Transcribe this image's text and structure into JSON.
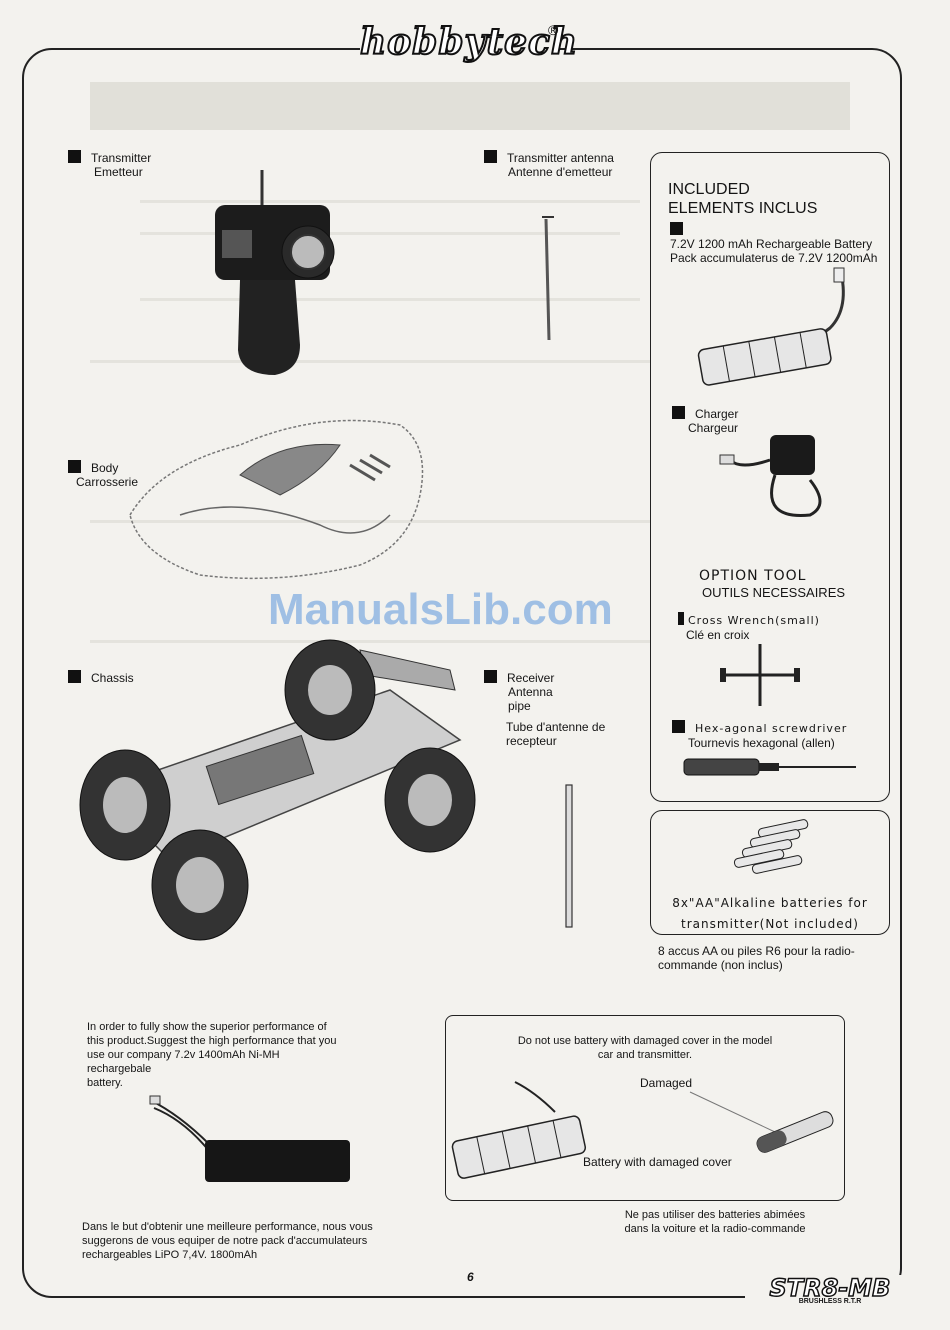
{
  "header": {
    "brand": "hobbytech",
    "reg_mark": "®"
  },
  "items": {
    "transmitter": {
      "en": "Transmitter",
      "fr": "Emetteur"
    },
    "antenna": {
      "en": "Transmitter antenna",
      "fr": "Antenne d'emetteur"
    },
    "body": {
      "en": "Body",
      "fr": "Carrosserie"
    },
    "chassis": {
      "en": "Chassis"
    },
    "receiver": {
      "line1": "Receiver",
      "line2": "Antenna",
      "line3": "pipe",
      "fr1": "Tube d'antenne de",
      "fr2": "recepteur"
    }
  },
  "included": {
    "title1": "INCLUDED",
    "title2": "ELEMENTS INCLUS",
    "battery_en": "7.2V 1200 mAh Rechargeable Battery",
    "battery_fr": "Pack accumulaterus de 7.2V 1200mAh",
    "charger_en": "Charger",
    "charger_fr": "Chargeur",
    "option_title": "OPTION TOOL",
    "option_fr": "OUTILS NECESSAIRES",
    "wrench_en": "Cross Wrench(small)",
    "wrench_fr": "Clé en croix",
    "hex_en": "Hex-agonal screwdriver",
    "hex_fr": "Tournevis hexagonal (allen)"
  },
  "batteries_box": {
    "line1": "8x\"AA\"Alkaline batteries for",
    "line2": "transmitter(Not included)",
    "fr1": "8 accus AA ou piles R6 pour la radio-",
    "fr2": "commande (non inclus)"
  },
  "lipo": {
    "en1": "In order to fully show the superior performance of",
    "en2": "this product.Suggest the high performance that you",
    "en3": "use our company 7.2v 1400mAh Ni-MH",
    "en4": "rechargebale",
    "en5": "battery.",
    "fr1": "Dans le but d'obtenir une meilleure performance, nous vous",
    "fr2": "suggerons de vous equiper de notre pack d'accumulateurs",
    "fr3": "rechargeables LiPO 7,4V. 1800mAh"
  },
  "warning": {
    "line1": "Do not use battery with damaged cover in the model",
    "line2": "car and transmitter.",
    "damaged": "Damaged",
    "caption": "Battery with damaged cover",
    "fr1": "Ne pas utiliser des batteries abimées",
    "fr2": "dans la voiture et la radio-commande"
  },
  "watermark": "ManualsLib.com",
  "footer": {
    "page": "6",
    "model": "STR8-MB",
    "model_sub": "BRUSHLESS R.T.R"
  }
}
